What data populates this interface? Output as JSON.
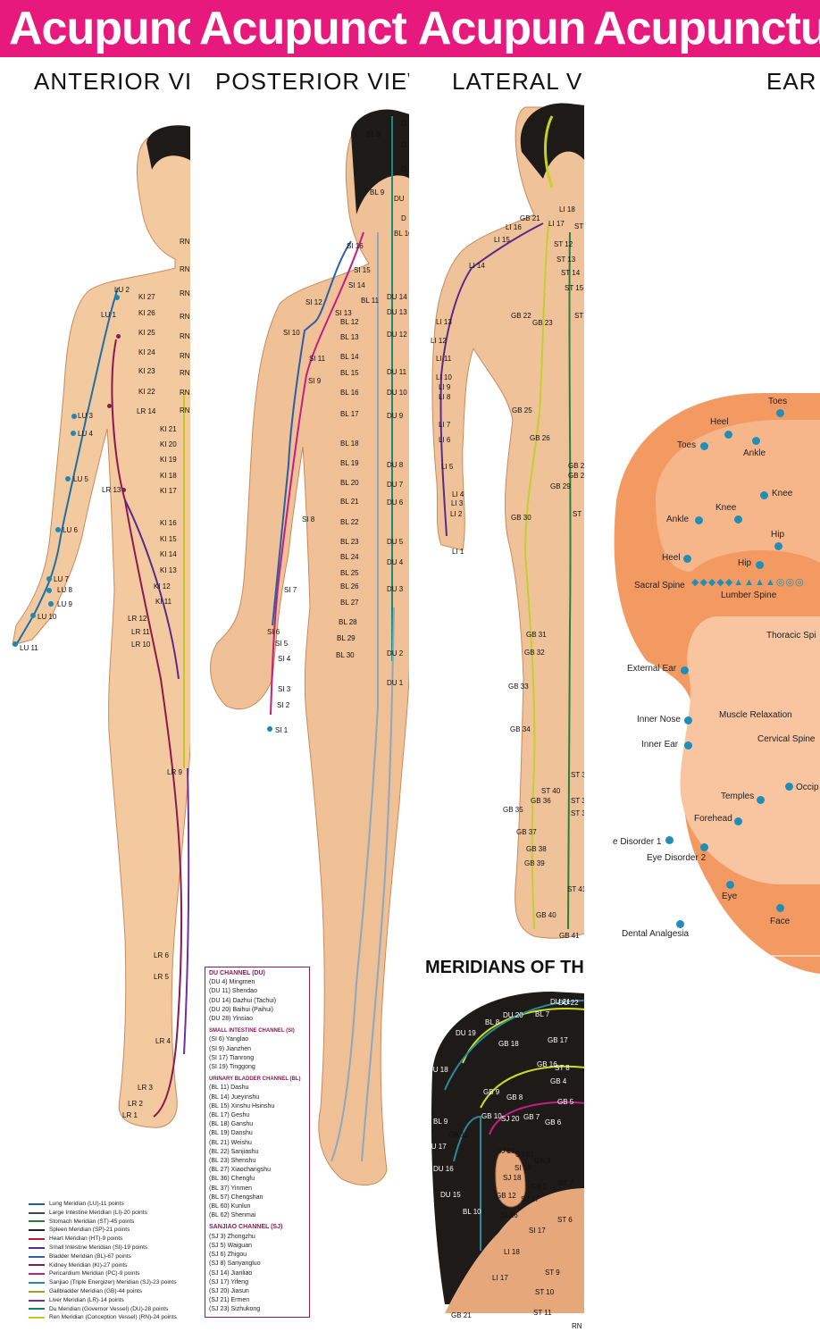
{
  "panels": {
    "p1": {
      "title": "Acupunct",
      "subtitle": "ANTERIOR VIE"
    },
    "p2": {
      "title": "Acupunctu",
      "subtitle": "POSTERIOR VIEW"
    },
    "p3": {
      "title": "Acupunc",
      "subtitle": "LATERAL VIE"
    },
    "p4": {
      "title": "Acupunctur",
      "subtitle": "EAR"
    }
  },
  "anterior_points": [
    "LU 2",
    "LU 1",
    "LU 3",
    "LU 4",
    "LU 5",
    "LU 6",
    "LU 7",
    "LU 8",
    "LU 9",
    "LU 10",
    "LU 11",
    "KI 27",
    "KI 26",
    "KI 25",
    "KI 24",
    "KI 23",
    "KI 22",
    "KI 21",
    "KI 20",
    "KI 19",
    "KI 18",
    "KI 17",
    "KI 16",
    "KI 15",
    "KI 14",
    "KI 13",
    "KI 12",
    "KI 11",
    "LR 14",
    "LR 13",
    "LR 12",
    "LR 11",
    "LR 10",
    "LR 9",
    "LR 6",
    "LR 5",
    "LR 4",
    "LR 3",
    "LR 2",
    "LR 1",
    "RN",
    "RN",
    "RN",
    "RN",
    "RN",
    "RN",
    "RN",
    "RN",
    "RN"
  ],
  "posterior_points": [
    "BL 8",
    "BL 9",
    "BL 10",
    "SI 16",
    "SI 15",
    "SI 14",
    "SI 13",
    "SI 12",
    "SI 10",
    "SI 11",
    "SI 9",
    "SI 8",
    "SI 7",
    "SI 6",
    "SI 5",
    "SI 4",
    "SI 3",
    "SI 2",
    "SI 1",
    "BL 11",
    "BL 12",
    "BL 13",
    "BL 14",
    "BL 15",
    "BL 16",
    "BL 17",
    "BL 18",
    "BL 19",
    "BL 20",
    "BL 21",
    "BL 22",
    "BL 23",
    "BL 24",
    "BL 25",
    "BL 26",
    "BL 27",
    "BL 28",
    "BL 29",
    "BL 30",
    "DU 14",
    "DU 13",
    "DU 12",
    "DU 11",
    "DU 10",
    "DU 9",
    "DU 8",
    "DU 7",
    "DU 6",
    "DU 5",
    "DU 4",
    "DU 3",
    "DU 2",
    "DU 1",
    "DU",
    "D",
    "D",
    "D",
    "D"
  ],
  "lateral_points": [
    "LI 18",
    "LI 17",
    "LI 16",
    "LI 15",
    "LI 14",
    "LI 13",
    "LI 12",
    "LI 11",
    "LI 10",
    "LI 9",
    "LI 8",
    "LI 7",
    "LI 6",
    "LI 5",
    "LI 4",
    "LI 3",
    "LI 2",
    "LI 1",
    "GB 21",
    "GB 22",
    "GB 23",
    "GB 25",
    "GB 26",
    "GB 29",
    "GB 30",
    "GB 31",
    "GB 32",
    "GB 33",
    "GB 34",
    "GB 35",
    "GB 36",
    "GB 37",
    "GB 38",
    "GB 39",
    "GB 40",
    "GB 41",
    "ST 12",
    "ST 13",
    "ST 14",
    "ST 15",
    "ST",
    "ST",
    "ST",
    "ST 3",
    "ST 40",
    "ST 3",
    "ST 41",
    "GB 2",
    "GB 2",
    "ST 3"
  ],
  "ear_points": [
    "Toes",
    "Heel",
    "Toes",
    "Ankle",
    "Knee",
    "Knee",
    "Ankle",
    "Hip",
    "Heel",
    "Hip",
    "Sacral Spine",
    "Lumber Spine",
    "Thoracic Spi",
    "External Ear",
    "Muscle Relaxation",
    "Inner Nose",
    "Cervical Spine",
    "Inner Ear",
    "Occip",
    "Temples",
    "Forehead",
    "e Disorder 1",
    "Eye Disorder 2",
    "Eye",
    "Face",
    "Dental Analgesia"
  ],
  "legend": [
    {
      "label": "Lung Meridian (LU)-11 points",
      "color": "#1e5fa8"
    },
    {
      "label": "Large Intestine Meridian (LI)-20 points",
      "color": "#444"
    },
    {
      "label": "Stomach Meridian (ST)-45 points",
      "color": "#2a7f3a"
    },
    {
      "label": "Spleen Meridian (SP)-21 points",
      "color": "#222"
    },
    {
      "label": "Heart Meridian (HT)-9 points",
      "color": "#c01c2c"
    },
    {
      "label": "Small Intestine Meridian (SI)-19 points",
      "color": "#5a2a8a"
    },
    {
      "label": "Bladder Meridian (BL)-67 points",
      "color": "#3060a0"
    },
    {
      "label": "Kidney Meridian (KI)-27 points",
      "color": "#8b1a4f"
    },
    {
      "label": "Pericardium Meridian (PC)-9 points",
      "color": "#c02080"
    },
    {
      "label": "Sanjiao (Triple Energizer) Meridian (SJ)-23 points",
      "color": "#2a8a9a"
    },
    {
      "label": "Gallbladder Meridian (GB)-44 points",
      "color": "#9aa020"
    },
    {
      "label": "Liver Meridian (LR)-14 points",
      "color": "#7030a0"
    },
    {
      "label": "Du Meridian (Governor Vessel) (DU)-28 points",
      "color": "#1a7a70"
    },
    {
      "label": "Ren Meridian (Conception Vessel) (RN)-24 points",
      "color": "#c8c820"
    }
  ],
  "channels": {
    "du_head": "DU CHANNEL (DU)",
    "du": [
      "(DU 4)  Mingmen",
      "(DU 11)  Shendao",
      "(DU 14)  Dazhui (Tachui)",
      "(DU 20)  Baihui (Paihui)",
      "(DU 28)  Yinsiao"
    ],
    "si_head": "SMALL INTESTINE CHANNEL (SI)",
    "si": [
      "(SI 6)  Yanglao",
      "(SI 9)  Jianzhen",
      "(SI 17)  Tianrong",
      "(SI 19)  Tinggong"
    ],
    "bl_head": "URINARY BLADDER CHANNEL (BL)",
    "bl": [
      "(BL 11)  Dashu",
      "(BL 14)  Jueyinshu",
      "(BL 15)  Xinshu Hsinshu",
      "(BL 17)  Geshu",
      "(BL 18)  Ganshu",
      "(BL 19)  Danshu",
      "(BL 21)  Weishu",
      "(BL 22)  Sanjiashu",
      "(BL 23)  Shenshu",
      "(BL 27)  Xiaochangshu",
      "(BL 36)  Chengfu",
      "(BL 37)  Yinmen",
      "(BL 57)  Chengshan",
      "(BL 60)  Kunlun",
      "(BL 62)  Shenmai"
    ],
    "sj_head": "SANJIAO CHANNEL (SJ)",
    "sj": [
      "(SJ 3)  Zhongzhu",
      "(SJ 5)  Waiguan",
      "(SJ 6)  Zhigou",
      "(SJ 8)  Sanyangluo",
      "(SJ 14)  Jianliao",
      "(SJ 17)  Yifeng",
      "(SJ 20)  Jiasun",
      "(SJ 21)  Ermen",
      "(SJ 23)  Sizhukong"
    ]
  },
  "meridians_head": "MERIDIANS OF TH",
  "head_points": [
    "DU 21",
    "DU 20",
    "BL 7",
    "BL 8",
    "DU 19",
    "GB 18",
    "GB 17",
    "GB 16",
    "ST 8",
    "GB 4",
    "GB 5",
    "GB 9",
    "GB 8",
    "GB 10",
    "SJ 20",
    "GB 7",
    "GB 6",
    "GB 11",
    "SJ 19",
    "SJ 21",
    "GB 3",
    "SJ 18",
    "SI 19",
    "GB 12",
    "SJ 17",
    "GB 2",
    "ST 7",
    "SI 16",
    "SI 17",
    "ST 6",
    "LI 18",
    "LI 17",
    "ST 9",
    "ST 10",
    "ST 11",
    "GB 21",
    "DU 18",
    "BL 9",
    "DU 17",
    "DU 16",
    "DU 15",
    "BL 10",
    "RN 2",
    "DU 22"
  ]
}
